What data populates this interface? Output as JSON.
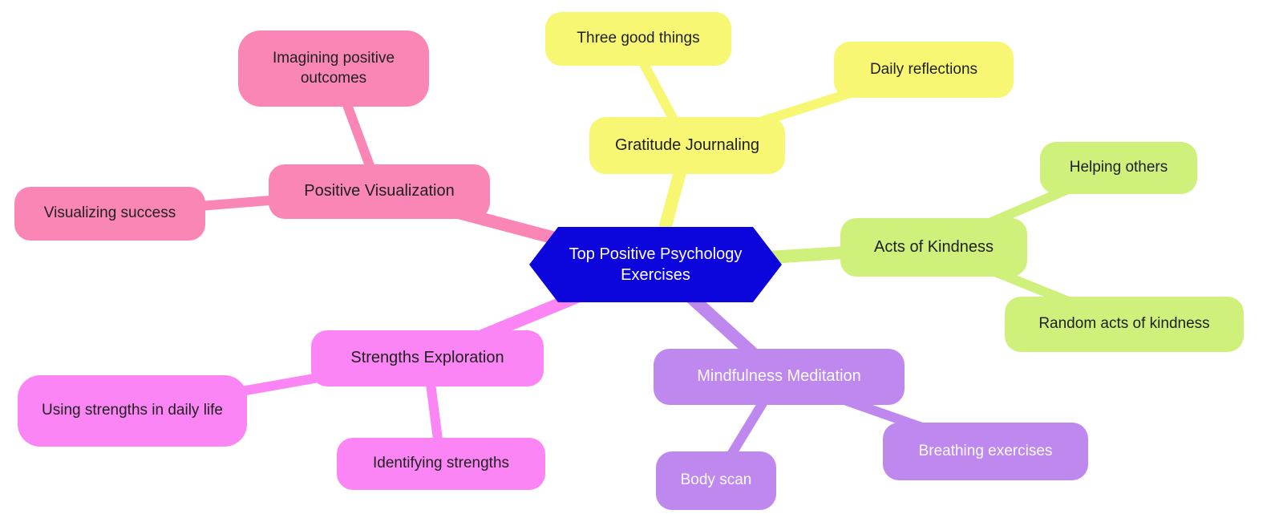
{
  "diagram": {
    "type": "mindmap",
    "root": {
      "label": "Top Positive Psychology Exercises",
      "shape": "hexagon",
      "bg": "#0d06dc",
      "text_color": "#ffffff"
    },
    "branches": [
      {
        "label": "Gratitude Journaling",
        "bg": "#f7f773",
        "text_color": "#1f1f1f",
        "children": [
          {
            "label": "Three good things"
          },
          {
            "label": "Daily reflections"
          }
        ]
      },
      {
        "label": "Acts of Kindness",
        "bg": "#cff17c",
        "text_color": "#1f1f1f",
        "children": [
          {
            "label": "Helping others"
          },
          {
            "label": "Random acts of kindness"
          }
        ]
      },
      {
        "label": "Mindfulness Meditation",
        "bg": "#be88ef",
        "text_color": "#fdfcff",
        "children": [
          {
            "label": "Body scan"
          },
          {
            "label": "Breathing exercises"
          }
        ]
      },
      {
        "label": "Strengths Exploration",
        "bg": "#fb85f5",
        "text_color": "#1f1f1f",
        "children": [
          {
            "label": "Using strengths in daily life"
          },
          {
            "label": "Identifying strengths"
          }
        ]
      },
      {
        "label": "Positive Visualization",
        "bg": "#fa86b6",
        "text_color": "#1f1f1f",
        "children": [
          {
            "label": "Visualizing success"
          },
          {
            "label": "Imagining positive outcomes"
          }
        ]
      }
    ]
  }
}
